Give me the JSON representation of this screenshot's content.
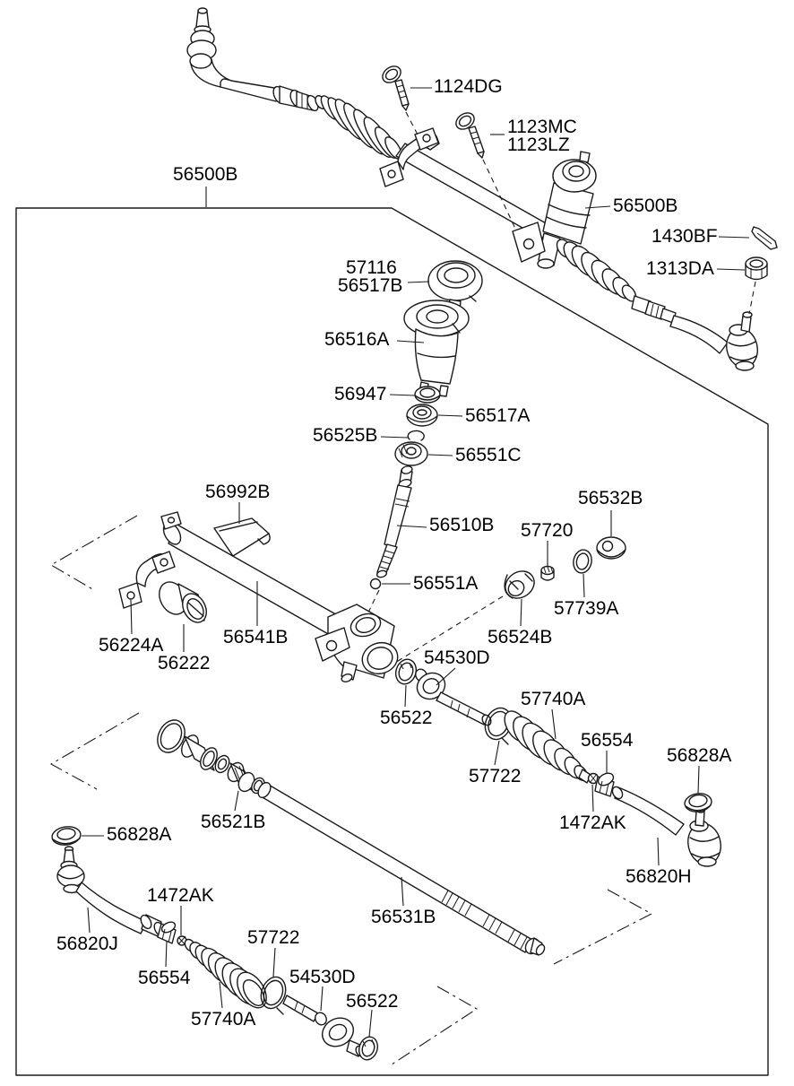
{
  "diagram": {
    "kind": "exploded-parts-diagram",
    "colors": {
      "background": "#ffffff",
      "line": "#1a1a1a",
      "label_text": "#000000"
    }
  },
  "labels": [
    {
      "text": "1124DG"
    },
    {
      "text": "1123MC"
    },
    {
      "text": "1123LZ"
    },
    {
      "text": "56500B"
    },
    {
      "text": "56500B"
    },
    {
      "text": "1430BF"
    },
    {
      "text": "1313DA"
    },
    {
      "text": "57116"
    },
    {
      "text": "56517B"
    },
    {
      "text": "56516A"
    },
    {
      "text": "56947"
    },
    {
      "text": "56517A"
    },
    {
      "text": "56525B"
    },
    {
      "text": "56551C"
    },
    {
      "text": "56992B"
    },
    {
      "text": "56532B"
    },
    {
      "text": "56510B"
    },
    {
      "text": "57720"
    },
    {
      "text": "56551A"
    },
    {
      "text": "57739A"
    },
    {
      "text": "56524B"
    },
    {
      "text": "56224A"
    },
    {
      "text": "56222"
    },
    {
      "text": "56541B"
    },
    {
      "text": "54530D"
    },
    {
      "text": "56522"
    },
    {
      "text": "57740A"
    },
    {
      "text": "56554"
    },
    {
      "text": "57722"
    },
    {
      "text": "56828A"
    },
    {
      "text": "1472AK"
    },
    {
      "text": "56820H"
    },
    {
      "text": "56521B"
    },
    {
      "text": "56828A"
    },
    {
      "text": "1472AK"
    },
    {
      "text": "56820J"
    },
    {
      "text": "56554"
    },
    {
      "text": "57722"
    },
    {
      "text": "57740A"
    },
    {
      "text": "54530D"
    },
    {
      "text": "56522"
    },
    {
      "text": "56531B"
    }
  ]
}
